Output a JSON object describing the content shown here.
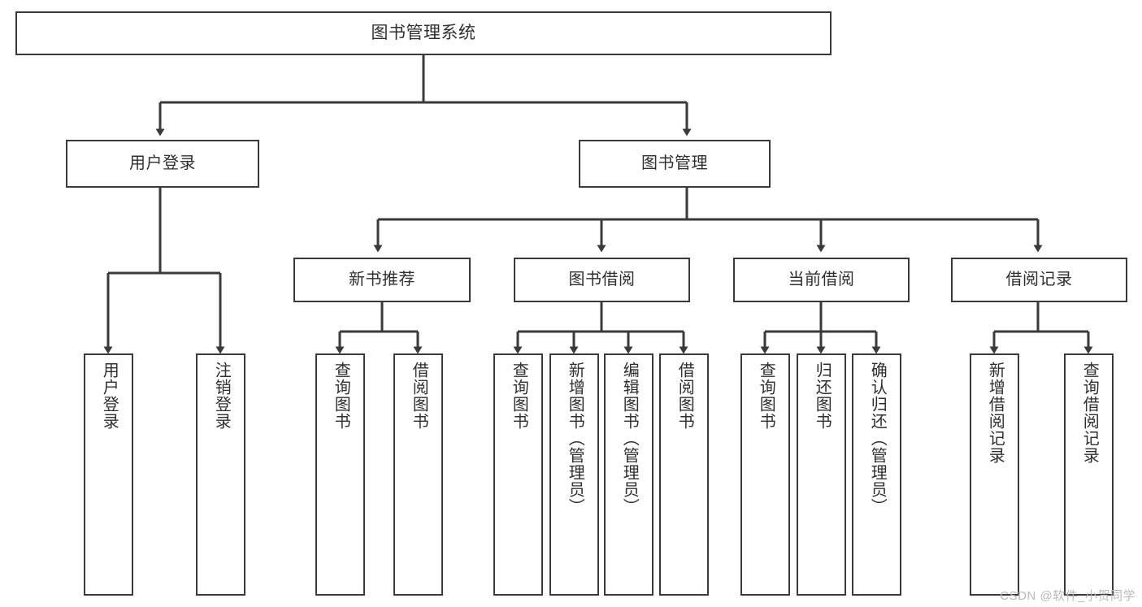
{
  "diagram": {
    "title": "图书管理系统",
    "type": "功能结构图",
    "stroke_color": "#3a3a3a",
    "fill_color": "#ffffff",
    "text_color": "#2f2f2f"
  },
  "root": {
    "label": "图书管理系统"
  },
  "branches": [
    {
      "id": "user-login",
      "label": "用户登录"
    },
    {
      "id": "book-manage",
      "label": "图书管理"
    }
  ],
  "subbranches": [
    {
      "id": "new-book-recommend",
      "label": "新书推荐"
    },
    {
      "id": "book-borrow",
      "label": "图书借阅"
    },
    {
      "id": "current-borrow",
      "label": "当前借阅"
    },
    {
      "id": "borrow-record",
      "label": "借阅记录"
    }
  ],
  "leaves": {
    "user_login": [
      {
        "id": "leaf-user-login",
        "label": "用户登录"
      },
      {
        "id": "leaf-logout",
        "label": "注销登录"
      }
    ],
    "new_book_recommend": [
      {
        "id": "leaf-query-book-1",
        "label": "查询图书"
      },
      {
        "id": "leaf-borrow-book-1",
        "label": "借阅图书"
      }
    ],
    "book_borrow": [
      {
        "id": "leaf-query-book-2",
        "label": "查询图书"
      },
      {
        "id": "leaf-add-book",
        "label": "新增图书（管理员）"
      },
      {
        "id": "leaf-edit-book",
        "label": "编辑图书（管理员）"
      },
      {
        "id": "leaf-borrow-book-2",
        "label": "借阅图书"
      }
    ],
    "current_borrow": [
      {
        "id": "leaf-query-book-3",
        "label": "查询图书"
      },
      {
        "id": "leaf-return-book",
        "label": "归还图书"
      },
      {
        "id": "leaf-confirm-return",
        "label": "确认归还（管理员）"
      }
    ],
    "borrow_record": [
      {
        "id": "leaf-add-record",
        "label": "新增借阅记录"
      },
      {
        "id": "leaf-query-record",
        "label": "查询借阅记录"
      }
    ]
  },
  "watermark": {
    "text": "CSDN @软件_小贺同学"
  }
}
